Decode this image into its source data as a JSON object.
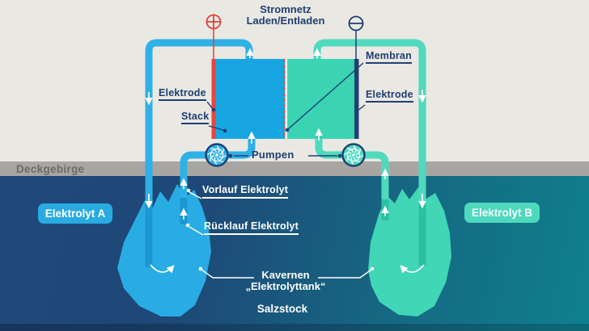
{
  "title": {
    "line1": "Stromnetz",
    "line2": "Laden/Entladen"
  },
  "stack": {
    "electrode_left_label": "Elektrode",
    "stack_label": "Stack",
    "membrane_label": "Membran",
    "electrode_right_label": "Elektrode"
  },
  "pumps": {
    "label": "Pumpen"
  },
  "ground": {
    "cap_rock_label": "Deckgebirge",
    "salt_dome_label": "Salzstock"
  },
  "pipes": {
    "supply_label": "Vorlauf Elektrolyt",
    "return_label": "Rücklauf Elektrolyt"
  },
  "caverns": {
    "line1": "Kavernen",
    "line2": "„Elektrolyttank“"
  },
  "badges": {
    "electrolyte_a": "Elektrolyt A",
    "electrolyte_b": "Elektrolyt B"
  },
  "icons": {
    "plus_terminal": "circle-plus",
    "minus_terminal": "circle-minus",
    "pump_left": "pump-impeller",
    "pump_right": "pump-impeller",
    "flow_arrows": "white directional arrows on pipes",
    "circulation_arrows": "curved arrows inside caverns"
  },
  "colors": {
    "background_sky": "#eae8e3",
    "cap_rock_band": "#a8a6a2",
    "underground_left": "#1e4877",
    "underground_right": "#0f808f",
    "pipe_blue": "#2fb0e6",
    "pipe_teal": "#4fd9bd",
    "stack_blue": "#17a6e2",
    "stack_teal": "#3bd4b2",
    "cavern_blue": "#29ace4",
    "cavern_teal": "#41d6b6",
    "electrode_red": "#e8453f",
    "navy": "#1e3f72",
    "badge_a": "#29abe2",
    "badge_b": "#4ed9bc"
  }
}
